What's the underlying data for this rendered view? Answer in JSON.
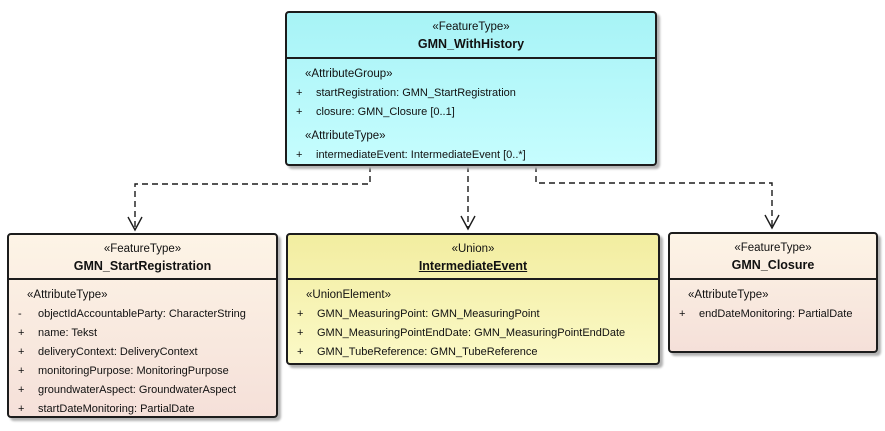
{
  "diagram": {
    "background_color": "#ffffff",
    "connector_color": "#1b1b1b",
    "classes": [
      {
        "stereotype": "«FeatureType»",
        "name": "GMN_WithHistory",
        "fill_top": "#a7f3f6",
        "fill_bottom": "#c6fdfe",
        "sections": [
          {
            "stereotype": "«AttributeGroup»",
            "rows": [
              {
                "visibility": "+",
                "text": "startRegistration: GMN_StartRegistration"
              },
              {
                "visibility": "+",
                "text": "closure: GMN_Closure [0..1]"
              }
            ]
          },
          {
            "stereotype": "«AttributeType»",
            "rows": [
              {
                "visibility": "+",
                "text": "intermediateEvent: IntermediateEvent [0..*]"
              }
            ]
          }
        ]
      },
      {
        "stereotype": "«FeatureType»",
        "name": "GMN_StartRegistration",
        "fill_top": "#fdf4e6",
        "fill_bottom": "#f5e0d9",
        "sections": [
          {
            "stereotype": "«AttributeType»",
            "rows": [
              {
                "visibility": "-",
                "text": "objectIdAccountableParty: CharacterString"
              },
              {
                "visibility": "+",
                "text": "name: Tekst"
              },
              {
                "visibility": "+",
                "text": "deliveryContext: DeliveryContext"
              },
              {
                "visibility": "+",
                "text": "monitoringPurpose: MonitoringPurpose"
              },
              {
                "visibility": "+",
                "text": "groundwaterAspect: GroundwaterAspect"
              },
              {
                "visibility": "+",
                "text": "startDateMonitoring: PartialDate"
              }
            ]
          }
        ]
      },
      {
        "stereotype": "«Union»",
        "name": "IntermediateEvent",
        "fill_top": "#f2eda0",
        "fill_bottom": "#fbf9c7",
        "sections": [
          {
            "stereotype": "«UnionElement»",
            "rows": [
              {
                "visibility": "+",
                "text": "GMN_MeasuringPoint: GMN_MeasuringPoint"
              },
              {
                "visibility": "+",
                "text": "GMN_MeasuringPointEndDate: GMN_MeasuringPointEndDate"
              },
              {
                "visibility": "+",
                "text": "GMN_TubeReference: GMN_TubeReference"
              }
            ]
          }
        ]
      },
      {
        "stereotype": "«FeatureType»",
        "name": "GMN_Closure",
        "fill_top": "#fdf4e6",
        "fill_bottom": "#f5e0d9",
        "sections": [
          {
            "stereotype": "«AttributeType»",
            "rows": [
              {
                "visibility": "+",
                "text": "endDateMonitoring: PartialDate"
              }
            ]
          }
        ]
      }
    ],
    "connectors": [
      {
        "type": "dependency",
        "style": "dashed",
        "from": "GMN_WithHistory",
        "to": "GMN_StartRegistration"
      },
      {
        "type": "dependency",
        "style": "dashed",
        "from": "GMN_WithHistory",
        "to": "IntermediateEvent"
      },
      {
        "type": "dependency",
        "style": "dashed",
        "from": "GMN_WithHistory",
        "to": "GMN_Closure"
      }
    ]
  }
}
